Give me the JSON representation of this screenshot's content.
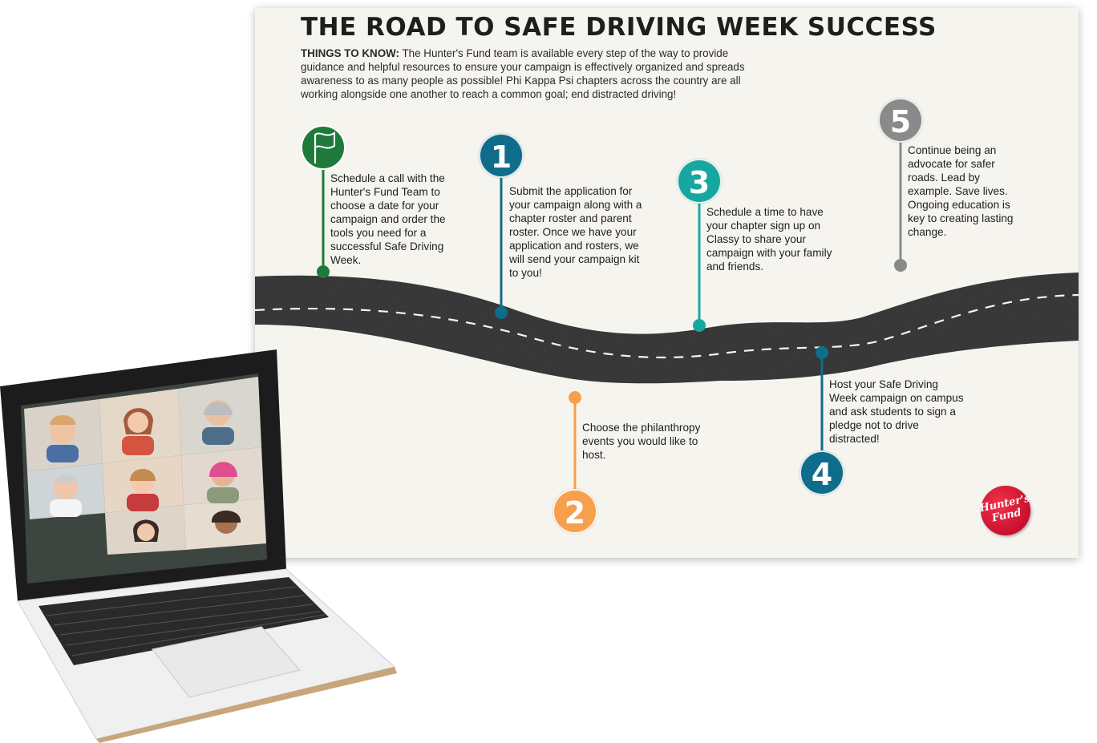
{
  "title": "THE ROAD TO SAFE DRIVING WEEK SUCCESS",
  "intro": {
    "label": "THINGS TO KNOW:",
    "text": " The Hunter's Fund team is available every step of the way to provide guidance and helpful resources to ensure your campaign is effectively organized and spreads awareness to as many people as possible! Phi Kappa Psi chapters across the country are all working alongside one another to reach a common goal; end distracted driving!"
  },
  "steps": [
    {
      "marker": "flag-icon",
      "number": "",
      "color": "#1e7a3a",
      "text": "Schedule a call with the Hunter's Fund Team to choose a date for your campaign and order the tools you need for a successful Safe Driving Week."
    },
    {
      "number": "1",
      "color": "#0f6c8a",
      "text": "Submit the application for your campaign along with a chapter roster and parent roster. Once we have your application and rosters, we will send your campaign kit to you!"
    },
    {
      "number": "2",
      "color": "#f6a04d",
      "text": "Choose the philanthropy events you would like to host."
    },
    {
      "number": "3",
      "color": "#18a7a0",
      "text": "Schedule a time to have your chapter sign up on Classy to share your campaign with your family and friends."
    },
    {
      "number": "4",
      "color": "#0f6c8a",
      "text": "Host your Safe Driving Week campaign on campus and ask students to sign a pledge not to drive distracted!"
    },
    {
      "number": "5",
      "color": "#8a8a8a",
      "text": "Continue being an advocate for safer roads. Lead by example. Save lives. Ongoing education is key to creating lasting change."
    }
  ],
  "logo": {
    "line1": "Hunter's",
    "line2": "Fund",
    "color": "#c8102e"
  },
  "colors": {
    "road": "#2b2b2b",
    "poster_bg": "#f6f4ee",
    "title": "#1e1e1e"
  }
}
